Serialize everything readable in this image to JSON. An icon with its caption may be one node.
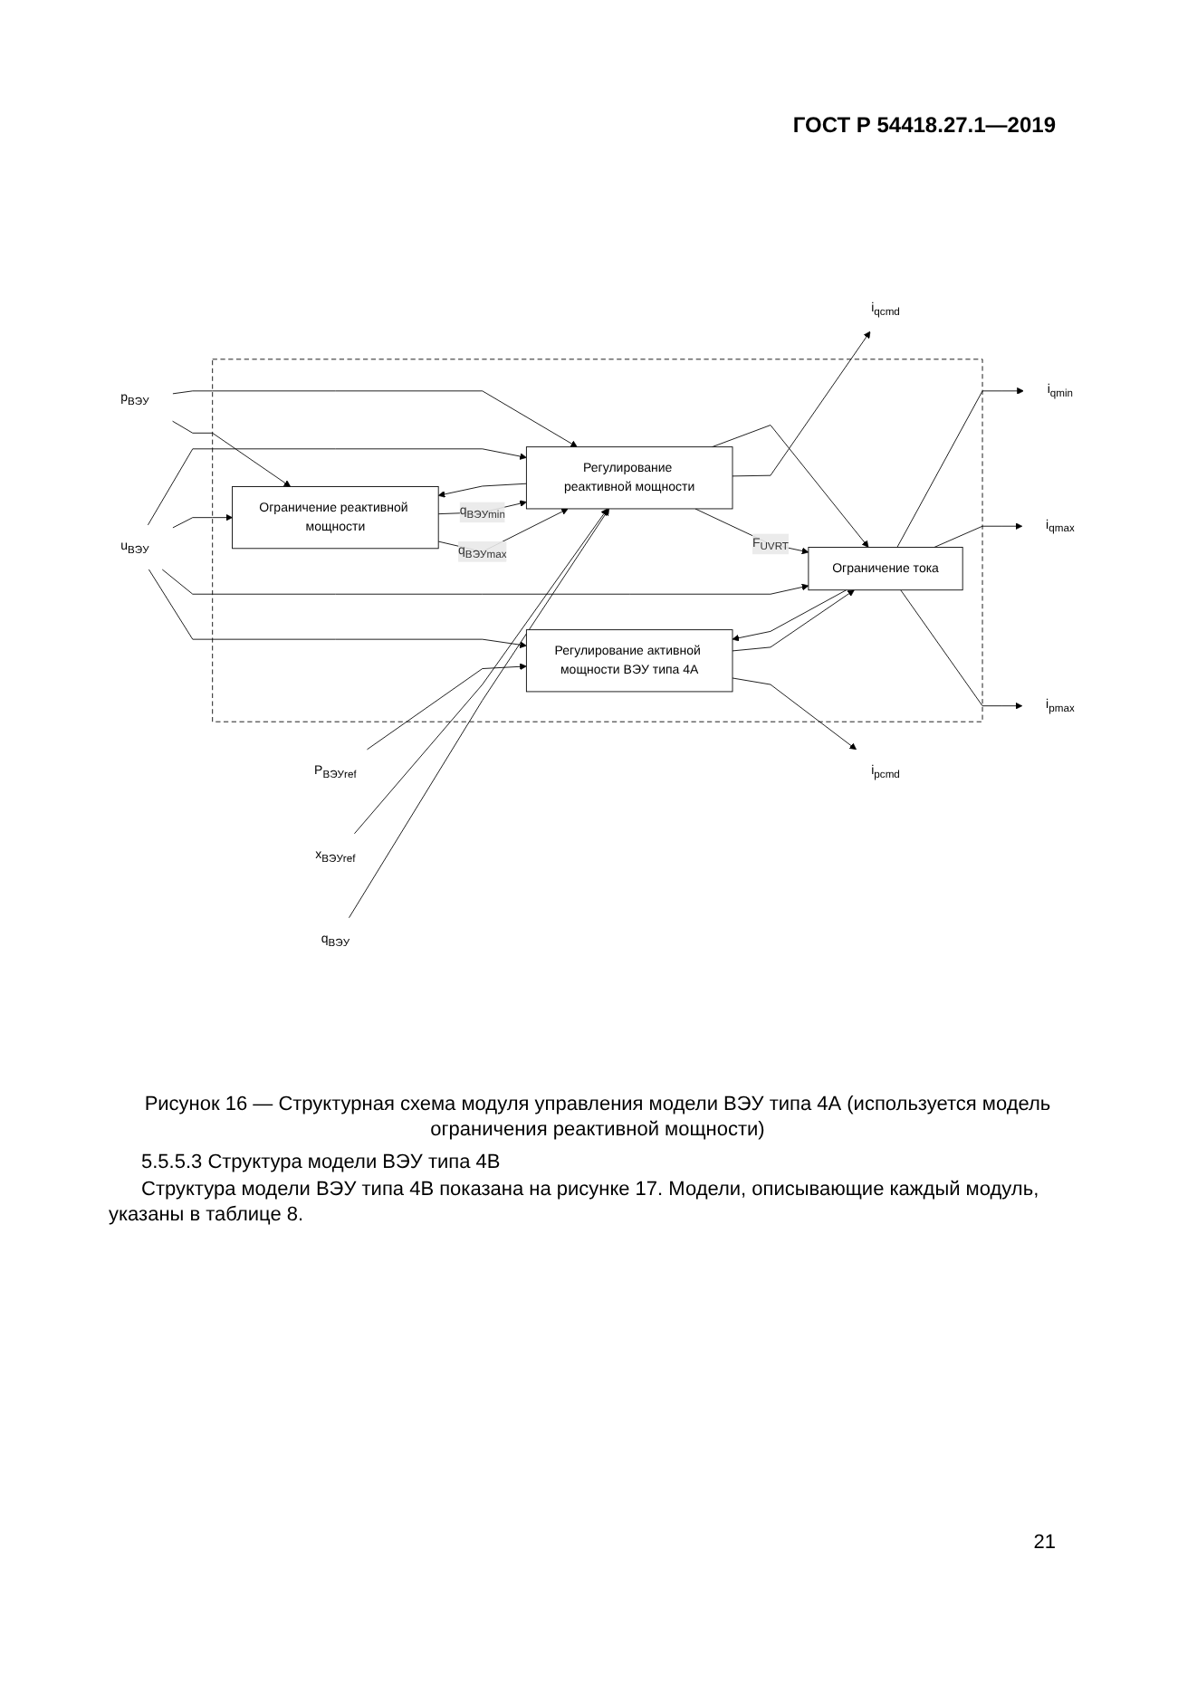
{
  "diagram": {
    "caption": "Рисунок 16 — Структурная схема модуля управления модели ВЭУ типа 4А (используется модель ограничения реактивной мощности)",
    "nodes": [
      {
        "text": [],
        "shape": "box"
      },
      {
        "text": [
          "P$_{ВЭУref}$"
        ]
      },
      {
        "text": [
          "u$_{ВЭУ}$"
        ]
      },
      {
        "text": [
          "p$_{ВЭУ}$"
        ]
      },
      {
        "text": [
          "x$_{ВЭУref}$"
        ]
      },
      {
        "text": [
          "q$_{ВЭУ}$"
        ]
      },
      {
        "text": [
          "Регулирование активной мощности ВЭУ типа 4А"
        ],
        "in": 0
      },
      {
        "text": [
          "Ограничение тока"
        ],
        "in": 0
      },
      {
        "text": [
          "Ограничение реактивной мощности"
        ],
        "in": 0
      },
      {
        "text": [
          "Регулирование реактивной мощности"
        ],
        "in": 0
      },
      {
        "text": [
          "i$_{pcmd}$"
        ]
      },
      {
        "text": [
          "i$_{pmax}$"
        ]
      },
      {
        "text": [
          "i$_{qmax}$"
        ]
      },
      {
        "text": [
          "i$_{qmin}$"
        ]
      },
      {
        "text": [
          "i$_{qcmd}$"
        ]
      }
    ],
    "edges": [
      {
        "from": 1,
        "to": 6,
        "arrow": "to"
      },
      {
        "from": 2,
        "to": 6,
        "arrow": "to"
      },
      {
        "from": 7,
        "to": 6,
        "arrow": "to"
      },
      {
        "from": 6,
        "to": 10,
        "arrow": "to"
      },
      {
        "from": 6,
        "to": 7,
        "arrow": "to"
      },
      {
        "from": 2,
        "to": 7,
        "arrow": "to"
      },
      {
        "from": 9,
        "to": 7,
        "label": "F$_{UVRT}$",
        "arrow": "to"
      },
      {
        "from": 9,
        "to": 8,
        "arrow": "to"
      },
      {
        "from": 2,
        "to": 8,
        "arrow": "to"
      },
      {
        "from": 3,
        "to": 8,
        "arrow": "to"
      },
      {
        "from": 8,
        "to": 9,
        "label": "q$_{ВЭУmax}$",
        "arrow": "to"
      },
      {
        "from": 8,
        "to": 9,
        "label": "q$_{ВЭУmin}$",
        "arrow": "to"
      },
      {
        "from": 2,
        "to": 9,
        "arrow": "to"
      },
      {
        "from": 3,
        "to": 9,
        "arrow": "to"
      },
      {
        "from": 4,
        "to": 9,
        "arrow": "to"
      },
      {
        "from": 5,
        "to": 9,
        "arrow": "to"
      },
      {
        "from": 7,
        "to": 11,
        "arrow": "to"
      },
      {
        "from": 7,
        "to": 12,
        "arrow": "to"
      },
      {
        "from": 7,
        "to": 13,
        "arrow": "to"
      },
      {
        "from": 9,
        "to": 14,
        "arrow": "to"
      },
      {
        "from": 9,
        "to": 7,
        "arrow": "to"
      }
    ],
    "labels": [
      "ГОСТ Р 54418.27.1—2019",
      "5.5.5.3 Структура модели ВЭУ типа 4В",
      "Структура модели ВЭУ типа 4В показана на рисунке 17. Модели, описывающие каждый модуль, указаны в таблице 8.",
      "21"
    ]
  }
}
